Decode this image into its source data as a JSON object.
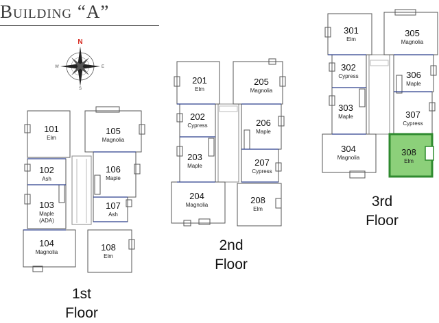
{
  "title": "Building “A”",
  "compass": {
    "north": "N",
    "east": "E",
    "south": "S",
    "west": "W"
  },
  "highlight_color": "#8cd07a",
  "highlight_stroke": "#2f8a2f",
  "divider_color": "#2b3f8c",
  "floors": [
    {
      "label_line1": "1st",
      "label_line2": "Floor",
      "units": [
        {
          "num": "101",
          "name": "Elm"
        },
        {
          "num": "102",
          "name": "Ash"
        },
        {
          "num": "103",
          "name": "Maple",
          "extra": "(ADA)"
        },
        {
          "num": "104",
          "name": "Magnolia"
        },
        {
          "num": "105",
          "name": "Magnolia"
        },
        {
          "num": "106",
          "name": "Maple"
        },
        {
          "num": "107",
          "name": "Ash"
        },
        {
          "num": "108",
          "name": "Elm"
        }
      ]
    },
    {
      "label_line1": "2nd",
      "label_line2": "Floor",
      "units": [
        {
          "num": "201",
          "name": "Elm"
        },
        {
          "num": "202",
          "name": "Cypress"
        },
        {
          "num": "203",
          "name": "Maple"
        },
        {
          "num": "204",
          "name": "Magnolia"
        },
        {
          "num": "205",
          "name": "Magnolia"
        },
        {
          "num": "206",
          "name": "Maple"
        },
        {
          "num": "207",
          "name": "Cypress"
        },
        {
          "num": "208",
          "name": "Elm"
        }
      ]
    },
    {
      "label_line1": "3rd",
      "label_line2": "Floor",
      "units": [
        {
          "num": "301",
          "name": "Elm"
        },
        {
          "num": "302",
          "name": "Cypress"
        },
        {
          "num": "303",
          "name": "Maple"
        },
        {
          "num": "304",
          "name": "Magnolia"
        },
        {
          "num": "305",
          "name": "Magnolia"
        },
        {
          "num": "306",
          "name": "Maple"
        },
        {
          "num": "307",
          "name": "Cypress"
        },
        {
          "num": "308",
          "name": "Elm",
          "highlighted": true
        }
      ]
    }
  ]
}
